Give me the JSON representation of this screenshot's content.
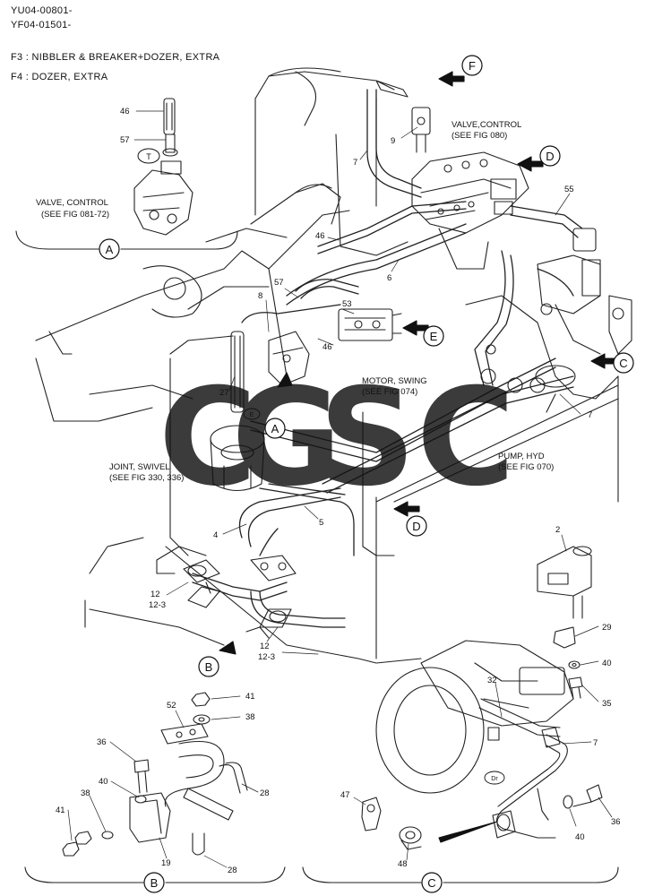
{
  "header": {
    "serial_1": "YU04-00801-",
    "serial_2": "YF04-01501-",
    "f3_code": "F3",
    "f3_text": "NIBBLER & BREAKER+DOZER, EXTRA",
    "f4_code": "F4",
    "f4_text": "DOZER, EXTRA",
    "separator": ":"
  },
  "views": {
    "A": "A",
    "B": "B",
    "C": "C",
    "D": "D",
    "E": "E",
    "F": "F",
    "T": "T",
    "Dr": "Dr"
  },
  "notes": {
    "valve_control_a_1": "VALVE, CONTROL",
    "valve_control_a_2": "(SEE FIG 081-72)",
    "valve_control_main_1": "VALVE,CONTROL",
    "valve_control_main_2": "(SEE FIG 080)",
    "motor_swing_1": "MOTOR, SWING",
    "motor_swing_2": "(SEE FIG 074)",
    "joint_swivel_1": "JOINT, SWIVEL",
    "joint_swivel_2": "(SEE FIG 330, 336)",
    "pump_hyd_1": "PUMP, HYD",
    "pump_hyd_2": "(SEE FIG 070)"
  },
  "parts": {
    "p46a": "46",
    "p57a": "57",
    "p9": "9",
    "p7a": "7",
    "p55": "55",
    "p46b": "46",
    "p6": "6",
    "p8": "8",
    "p57b": "57",
    "p53": "53",
    "p46c": "46",
    "p27": "27",
    "p7b": "7",
    "p4": "4",
    "p5": "5",
    "p12a": "12",
    "p12_3a": "12-3",
    "p12b": "12",
    "p12_3b": "12-3",
    "p2": "2",
    "p29": "29",
    "p40a": "40",
    "p35": "35",
    "p32": "32",
    "p7c": "7",
    "p47": "47",
    "p48": "48",
    "p40b": "40",
    "p36b": "36",
    "p52": "52",
    "p41a": "41",
    "p38a": "38",
    "p36a": "36",
    "p40c": "40",
    "p38b": "38",
    "p41b": "41",
    "p28a": "28",
    "p19": "19",
    "p28b": "28"
  },
  "watermark": {
    "c1": "C",
    "g": "G",
    "s": "S",
    "c2": "C",
    "colors": {
      "blue": "#4d8ff0",
      "red": "#e8453c",
      "yellow": "#f6c21b",
      "green": "#2fa866"
    }
  }
}
